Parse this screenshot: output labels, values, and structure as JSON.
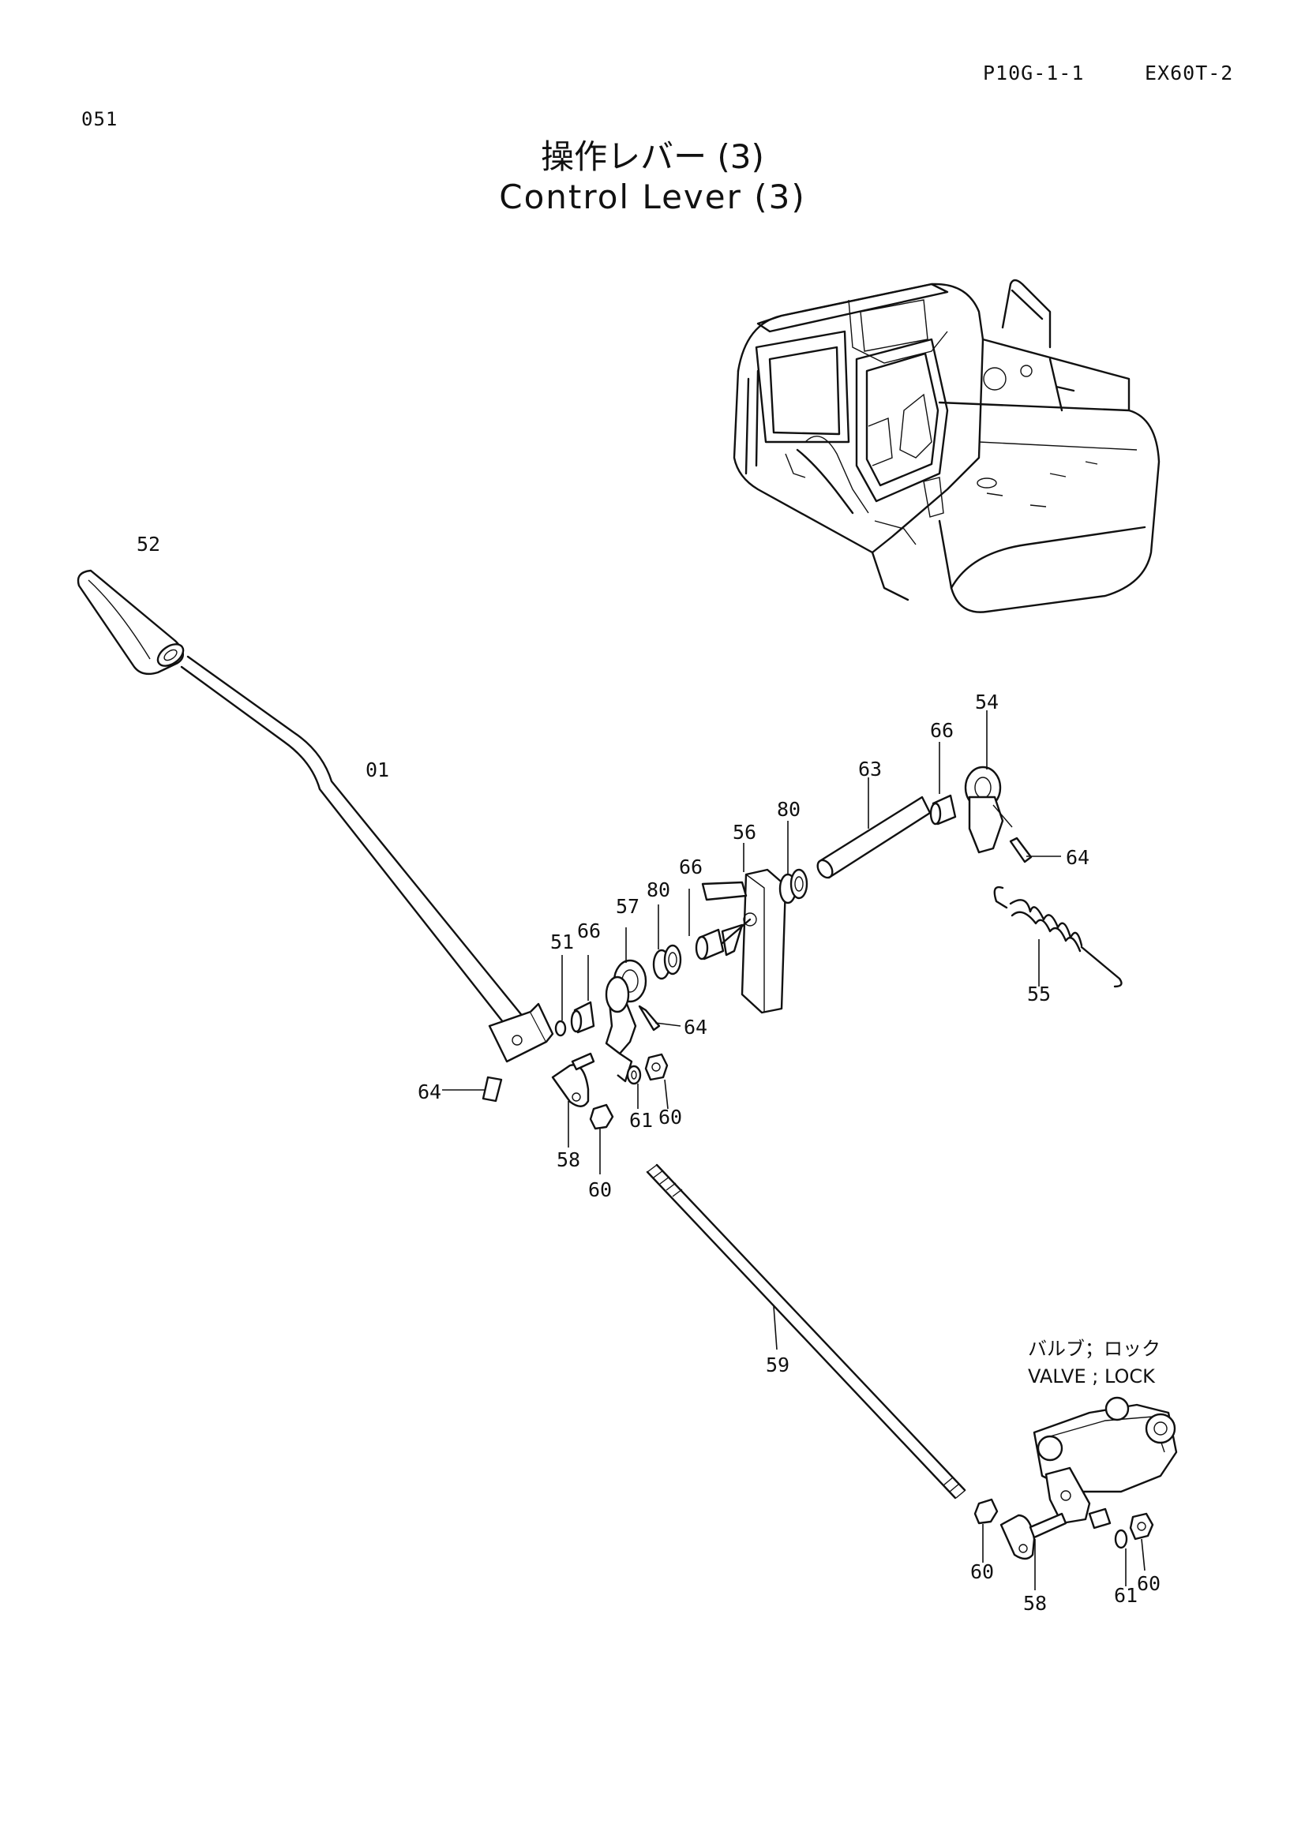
{
  "header": {
    "page_code": "P10G-1-1",
    "model": "EX60T-2",
    "section_no": "051"
  },
  "title": {
    "japanese": "操作レバー (3)",
    "english": "Control Lever (3)"
  },
  "callouts": {
    "c01": "01",
    "c52": "52",
    "c54": "54",
    "c66a": "66",
    "c63": "63",
    "c80a": "80",
    "c56": "56",
    "c66b": "66",
    "c80b": "80",
    "c57": "57",
    "c66c": "66",
    "c51": "51",
    "c64a": "64",
    "c55": "55",
    "c64b": "64",
    "c64c": "64",
    "c61a": "61",
    "c60a": "60",
    "c58a": "58",
    "c60b": "60",
    "c59": "59",
    "c60c": "60",
    "c58b": "58",
    "c61b": "61",
    "c60d": "60"
  },
  "note": {
    "japanese": "バルブ；ロック",
    "english": "VALVE ; LOCK"
  }
}
